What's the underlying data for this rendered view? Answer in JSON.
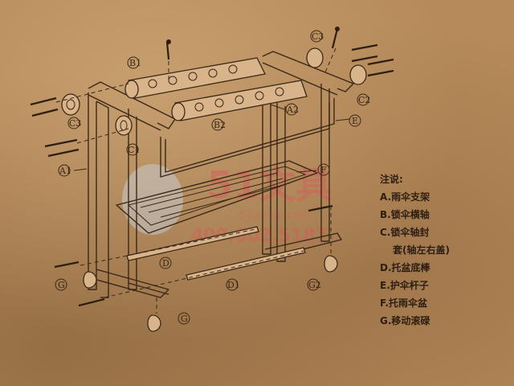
{
  "legend": {
    "title": "注说:",
    "items": [
      "A.雨伞支架",
      "B.锁伞横轴",
      "C.锁伞轴封",
      "套(轴左右盖)",
      "D.托盆底棒",
      "E.护伞杆子",
      "F.托雨伞盆",
      "G.移动滚碌"
    ]
  },
  "callouts": {
    "a1": "A1",
    "a2": "A2",
    "b1": "B1",
    "b2": "B2",
    "c1": "C1",
    "c2": "C2",
    "c3_left": "C3",
    "c3_top": "C3",
    "d": "D",
    "d1": "D1",
    "e": "E",
    "f": "F",
    "g_left": "G",
    "g_bottom": "G",
    "g2": "G2"
  },
  "watermark": {
    "brand": "51文具",
    "url": "51wenju.com",
    "phone": "400.002.5187"
  }
}
